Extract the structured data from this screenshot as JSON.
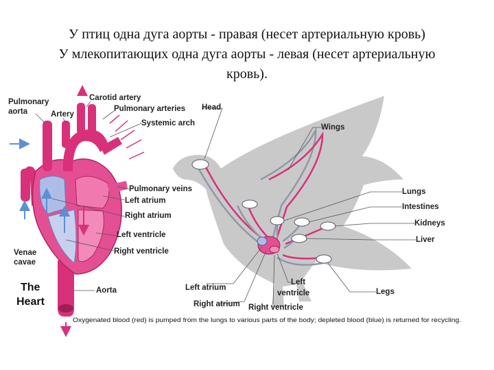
{
  "title": {
    "line1": "У птиц одна дуга аорты - правая (несет артериальную кровь)",
    "line2": "У млекопитающих  одна дуга аорты - левая (несет артериальную",
    "line3": "кровь)."
  },
  "heart_labels": {
    "pulmonary_aorta_1": "Pulmonary",
    "pulmonary_aorta_2": "aorta",
    "artery": "Artery",
    "carotid_artery": "Carotid artery",
    "pulmonary_arteries": "Pulmonary arteries",
    "systemic_arch": "Systemic arch",
    "pulmonary_veins": "Pulmonary veins",
    "left_atrium": "Left atrium",
    "right_atrium": "Right atrium",
    "left_ventricle": "Left ventricle",
    "right_ventricle": "Right ventricle",
    "venae_1": "Venae",
    "venae_2": "cavae",
    "aorta": "Aorta",
    "the_1": "The",
    "the_2": "Heart"
  },
  "bird_labels": {
    "head": "Head",
    "wings": "Wings",
    "lungs": "Lungs",
    "intestines": "Intestines",
    "kidneys": "Kidneys",
    "liver": "Liver",
    "legs": "Legs",
    "left_atrium": "Left atrium",
    "right_atrium": "Right atrium",
    "left_ventricle_1": "Left",
    "left_ventricle_2": "ventricle",
    "right_ventricle": "Right ventricle"
  },
  "caption": "Oxygenated blood (red) is pumped from the lungs to various parts of the body; depleted blood (blue) is returned for recycling.",
  "colors": {
    "artery": "#d9307a",
    "vein_blue": "#5b8fd6",
    "heart_fill": "#e44f93",
    "chamber_blue": "#aebde8",
    "silhouette": "#c9c9c9",
    "vessel_gray": "#8e98a8"
  }
}
